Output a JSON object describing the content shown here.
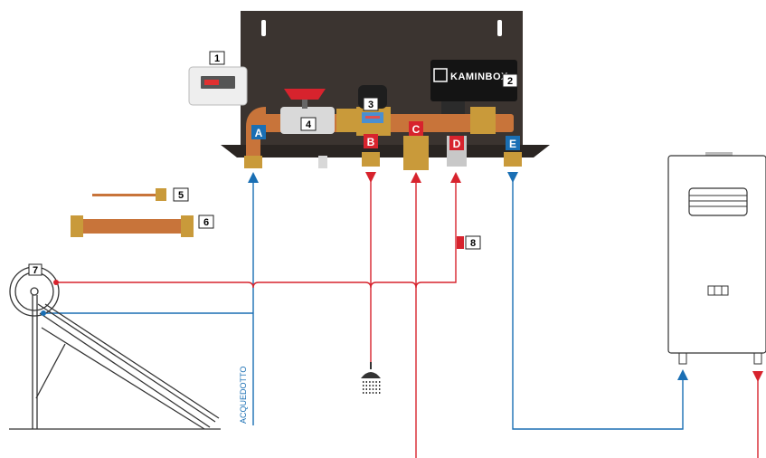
{
  "colors": {
    "hot": "#d7232d",
    "cold": "#1a6fb4",
    "panel": "#3b3430",
    "copper": "#c8743a",
    "brass": "#c99a3a",
    "label_border": "#222222"
  },
  "product": {
    "brand": "KAMINBOX"
  },
  "numbered_labels": [
    "1",
    "2",
    "3",
    "4",
    "5",
    "6",
    "7",
    "8"
  ],
  "connection_labels": [
    {
      "text": "A",
      "line": "cold"
    },
    {
      "text": "B",
      "line": "hot"
    },
    {
      "text": "C",
      "line": "hot"
    },
    {
      "text": "D",
      "line": "hot"
    },
    {
      "text": "E",
      "line": "cold"
    }
  ],
  "pipe_labels": {
    "aqueduct": "ACQUEDOTTO"
  },
  "icons": [
    "thermostat-controller-icon",
    "shower-head-icon",
    "solar-collector-icon",
    "boiler-icon",
    "ball-valve-icon",
    "thermostatic-mixer-icon"
  ]
}
